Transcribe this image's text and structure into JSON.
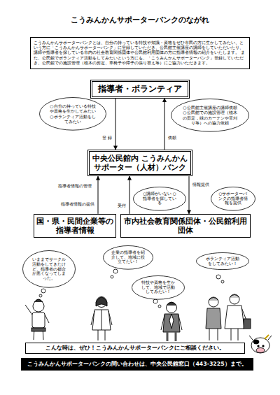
{
  "diagram": {
    "title": "こうみんかんサポーターバンクのながれ",
    "nodes": [
      {
        "text": [
          "こうみんかんサポーターバンクとは、自分の持っている特技や知識・資格をぜひ市民の方に生かしてみたい、という方に「こうみんかんサポーターバンク」に登録していただき、公民館主催講座の講師をしていただいたり、講師や指導者を探している市内の社会教育関係団体や公民館利用団体の方に指導者情報の紹介をいたします。 また、公民館でボランティア活動をしてみたいという方にも、「こうみんかんサポーターバンク」登録していただき、公民館での施設管理（植木の剪定、車椅子や障子の張り替え等）にご協力いただきます。"
        ]
      },
      {
        "text": [
          "指導者・ボランティア"
        ]
      },
      {
        "text": [
          "○自分の持っている特技や資格を生かしてみたい ○ボランティア活動をしてみたい"
        ]
      },
      {
        "text": [
          "○公民館主催講座の講師依頼 ○公民館での施設管理（植木の剪定，緑のカーテンや草刈り等）への協力依頼"
        ]
      },
      {
        "text": [
          "中央公民館内 こうみんかん サポーター（人材）バンク"
        ]
      },
      {
        "text": [
          "国・県・民間企業等の指導者情報"
        ]
      },
      {
        "text": [
          "市内社会教育関係団体・公民館利用団体"
        ]
      },
      {
        "text": [
          "○サポーターバンクの指導者情報を提供"
        ]
      },
      {
        "text": [
          "○講師がいない ○指導者を探している"
        ]
      },
      {
        "text": [
          "いままでサークル活動をしてきたけど、指導者の都合が悪くなってしまった。"
        ]
      },
      {
        "text": [
          "企業の指導者を紹介して、地域に役立てたい！"
        ]
      },
      {
        "text": [
          "特技や資格を生かして、地域で活動してみたい！"
        ]
      },
      {
        "text": [
          "ボランティア活動をしてみたい！"
        ]
      },
      {
        "text": [
          "こんな時は、ぜひ！こうみんかんサポーターバンクにご相談ください。"
        ]
      },
      {
        "text": [
          "こうみんかんサポーターバンクの問い合わせは、中央公民館窓口（443-3225）まで。"
        ]
      }
    ],
    "edges": [
      {
        "from": 1,
        "to": 4,
        "label": "登 録",
        "arrow": "to"
      },
      {
        "from": 4,
        "to": 1,
        "label": "依頼",
        "arrow": "to"
      },
      {
        "from": 5,
        "to": 4,
        "label": "指導者情報の提供",
        "arrow": "to"
      },
      {
        "from": 6,
        "to": 4,
        "label": "受付",
        "arrow": "to"
      },
      {
        "from": 4,
        "to": 6,
        "label": "情報提供",
        "arrow": "to"
      }
    ],
    "labels": [
      "指導者情報の管理"
    ]
  }
}
